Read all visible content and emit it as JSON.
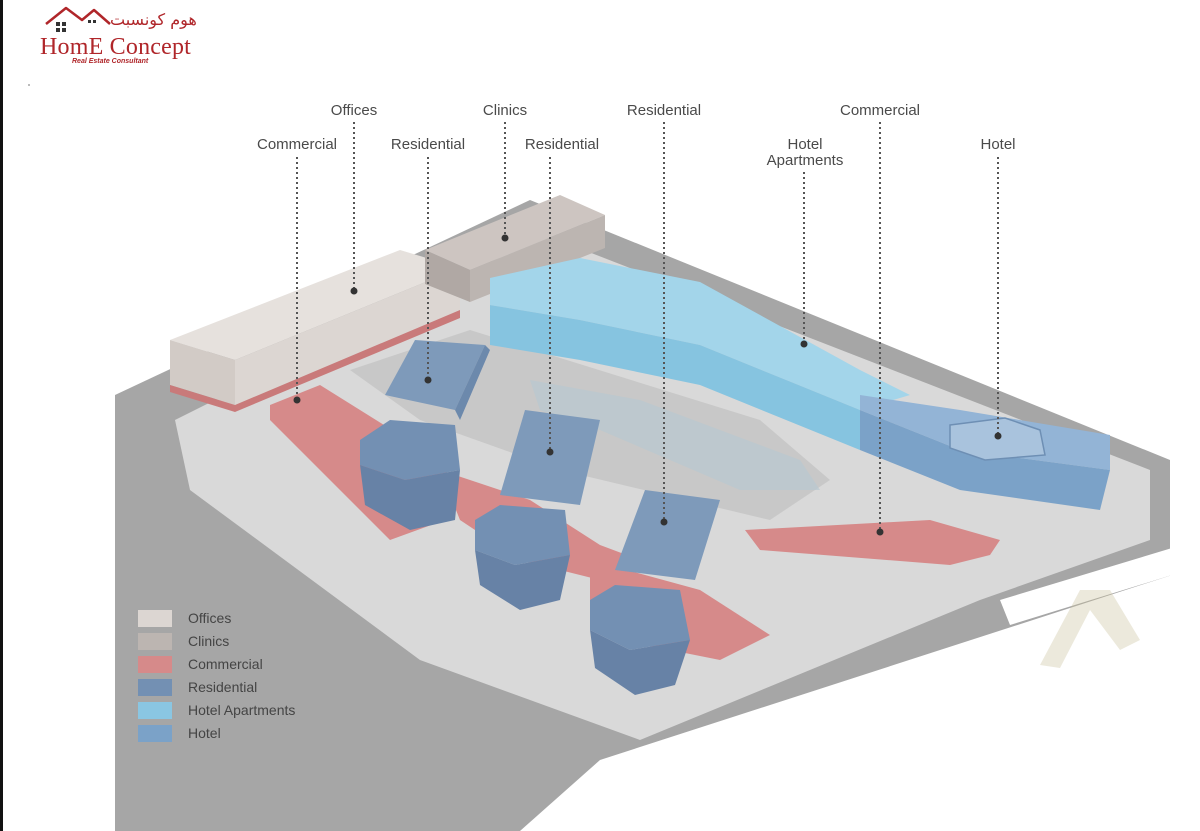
{
  "logo": {
    "arabic_name": "هوم كونسبت",
    "brand_name": "HomE Concept",
    "tagline": "Real Estate Consultant"
  },
  "callouts": [
    {
      "id": "offices",
      "label": "Offices"
    },
    {
      "id": "clinics",
      "label": "Clinics"
    },
    {
      "id": "residential-top",
      "label": "Residential"
    },
    {
      "id": "commercial-top",
      "label": "Commercial"
    },
    {
      "id": "commercial-left",
      "label": "Commercial"
    },
    {
      "id": "residential-left",
      "label": "Residential"
    },
    {
      "id": "residential-mid",
      "label": "Residential"
    },
    {
      "id": "hotel-apartments",
      "label": "Hotel\nApartments"
    },
    {
      "id": "hotel",
      "label": "Hotel"
    }
  ],
  "legend": [
    {
      "label": "Offices",
      "color": "#dcd6d2"
    },
    {
      "label": "Clinics",
      "color": "#bcb5b1"
    },
    {
      "label": "Commercial",
      "color": "#d68a8a"
    },
    {
      "label": "Residential",
      "color": "#7390b3"
    },
    {
      "label": "Hotel Apartments",
      "color": "#8ac6e2"
    },
    {
      "label": "Hotel",
      "color": "#7ba2c8"
    }
  ],
  "colors": {
    "brand_red": "#b0262a",
    "road": "#a4a4a4",
    "ground": "#d8d8d8",
    "offices": "#dcd6d2",
    "clinics": "#bcb5b1",
    "commercial": "#d68a8a",
    "residential": "#7390b3",
    "hotel_apartments": "#8ac6e2",
    "hotel": "#7ba2c8"
  }
}
